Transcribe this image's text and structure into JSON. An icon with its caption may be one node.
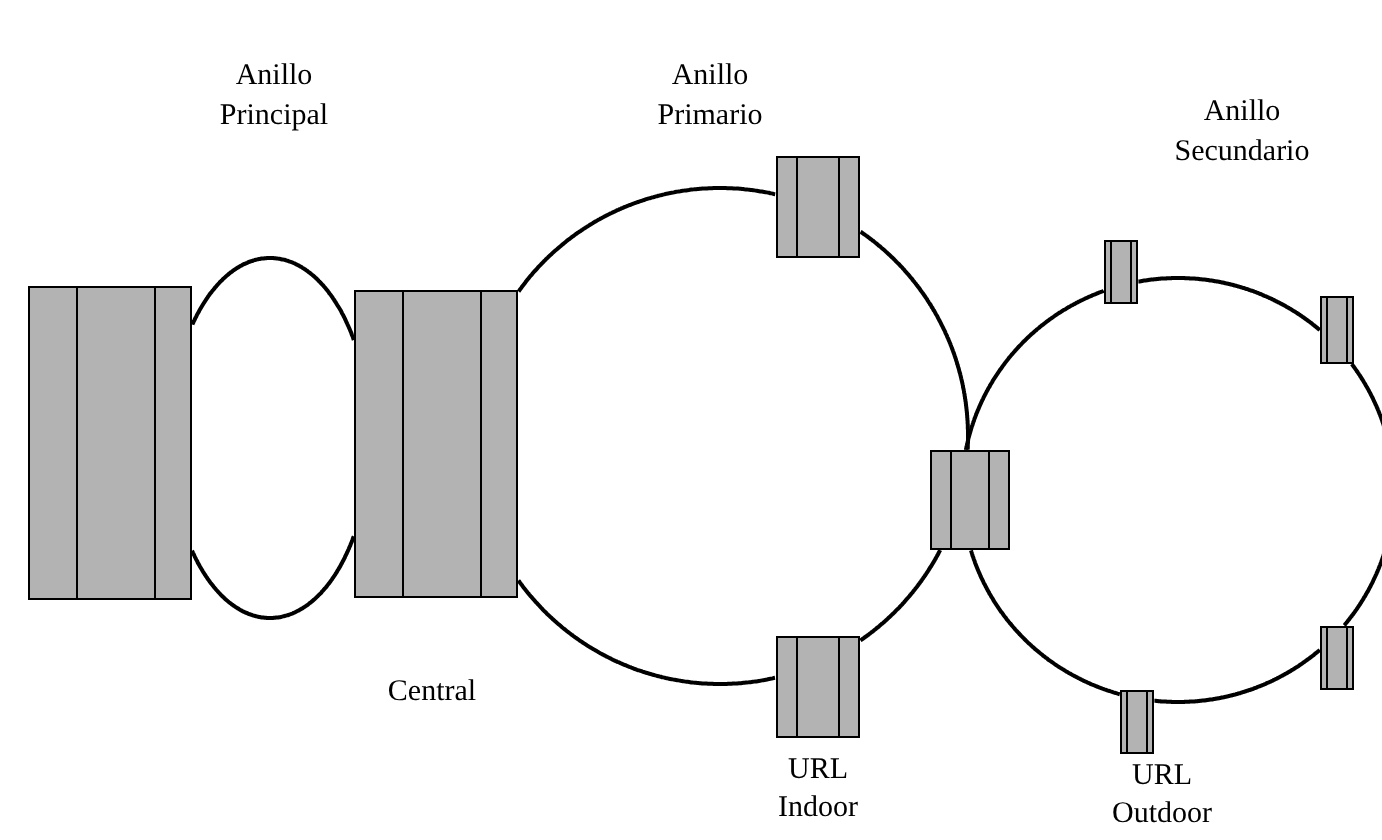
{
  "diagram": {
    "nodes": [
      {
        "text": [],
        "shape": "box"
      },
      {
        "text": [],
        "shape": "box",
        "beside": [
          "Central"
        ]
      },
      {
        "text": [],
        "shape": "box"
      },
      {
        "text": [],
        "shape": "box",
        "beside": [
          "URL Indoor"
        ]
      },
      {
        "text": [],
        "shape": "box"
      },
      {
        "text": [],
        "shape": "box"
      },
      {
        "text": [],
        "shape": "box"
      },
      {
        "text": [],
        "shape": "box"
      },
      {
        "text": [],
        "shape": "box",
        "beside": [
          "URL Outdoor"
        ]
      }
    ],
    "edges": [
      {
        "from": 0,
        "to": 1,
        "arrow": "none"
      },
      {
        "from": 0,
        "to": 1,
        "arrow": "none"
      },
      {
        "from": 1,
        "to": 2,
        "arrow": "none"
      },
      {
        "from": 2,
        "to": 4,
        "arrow": "none"
      },
      {
        "from": 4,
        "to": 3,
        "arrow": "none"
      },
      {
        "from": 3,
        "to": 1,
        "arrow": "none"
      },
      {
        "from": 4,
        "to": 5,
        "arrow": "none"
      },
      {
        "from": 5,
        "to": 6,
        "arrow": "none"
      },
      {
        "from": 6,
        "to": 7,
        "arrow": "none"
      },
      {
        "from": 7,
        "to": 8,
        "arrow": "none"
      },
      {
        "from": 8,
        "to": 4,
        "arrow": "none"
      }
    ],
    "labels": [
      "Anillo Principal",
      "Anillo Primario",
      "Anillo Secundario"
    ]
  }
}
